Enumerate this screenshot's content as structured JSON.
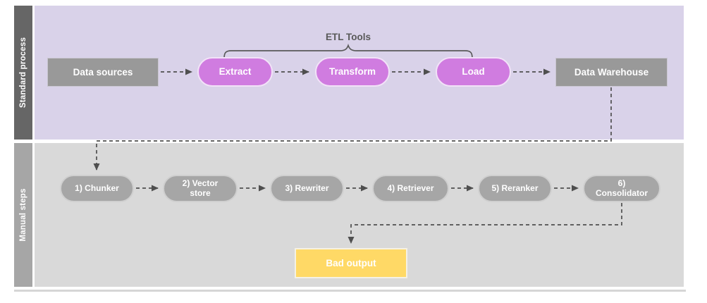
{
  "lanes": [
    {
      "label": "Standard process",
      "label_bg": "#666666",
      "bg": "#d9d2e9",
      "nodes": [
        {
          "id": "data-sources",
          "label": "Data sources",
          "shape": "rect",
          "fill": "#999999"
        },
        {
          "id": "extract",
          "label": "Extract",
          "shape": "pill",
          "fill": "#d07ce0"
        },
        {
          "id": "transform",
          "label": "Transform",
          "shape": "pill",
          "fill": "#d07ce0"
        },
        {
          "id": "load",
          "label": "Load",
          "shape": "pill",
          "fill": "#d07ce0"
        },
        {
          "id": "data-warehouse",
          "label": "Data Warehouse",
          "shape": "rect",
          "fill": "#999999"
        }
      ],
      "annotation": {
        "label": "ETL Tools",
        "brackets": [
          "Extract",
          "Transform",
          "Load"
        ]
      }
    },
    {
      "label": "Manual steps",
      "label_bg": "#a6a6a6",
      "bg": "#d9d9d9",
      "nodes": [
        {
          "id": "chunker",
          "label": "1) Chunker",
          "shape": "pill",
          "fill": "#a6a6a6"
        },
        {
          "id": "vector-store",
          "label": "2) Vector store",
          "shape": "pill",
          "fill": "#a6a6a6"
        },
        {
          "id": "rewriter",
          "label": "3) Rewriter",
          "shape": "pill",
          "fill": "#a6a6a6"
        },
        {
          "id": "retriever",
          "label": "4) Retriever",
          "shape": "pill",
          "fill": "#a6a6a6"
        },
        {
          "id": "reranker",
          "label": "5) Reranker",
          "shape": "pill",
          "fill": "#a6a6a6"
        },
        {
          "id": "consolidator",
          "label": "6) Consolidator",
          "shape": "pill",
          "fill": "#a6a6a6"
        },
        {
          "id": "bad-output",
          "label": "Bad output",
          "shape": "rect",
          "fill": "#ffd966"
        }
      ]
    }
  ],
  "connections": [
    {
      "from": "Data sources",
      "to": "Extract",
      "style": "dashed-arrow"
    },
    {
      "from": "Extract",
      "to": "Transform",
      "style": "dashed-arrow"
    },
    {
      "from": "Transform",
      "to": "Load",
      "style": "dashed-arrow"
    },
    {
      "from": "Load",
      "to": "Data Warehouse",
      "style": "dashed-arrow"
    },
    {
      "from": "Data Warehouse",
      "to": "1) Chunker",
      "style": "dashed-arrow"
    },
    {
      "from": "1) Chunker",
      "to": "2) Vector store",
      "style": "dashed-arrow"
    },
    {
      "from": "2) Vector store",
      "to": "3) Rewriter",
      "style": "dashed-arrow"
    },
    {
      "from": "3) Rewriter",
      "to": "4) Retriever",
      "style": "dashed-arrow"
    },
    {
      "from": "4) Retriever",
      "to": "5) Reranker",
      "style": "dashed-arrow"
    },
    {
      "from": "5) Reranker",
      "to": "6) Consolidator",
      "style": "dashed-arrow"
    },
    {
      "from": "6) Consolidator",
      "to": "Bad output",
      "style": "dashed-arrow"
    }
  ],
  "colors": {
    "lane1_bg": "#d9d2e9",
    "lane2_bg": "#d9d9d9",
    "lane1_bar": "#666666",
    "lane2_bar": "#a6a6a6",
    "pink_pill": "#d07ce0",
    "gray_box": "#999999",
    "gray_pill": "#a6a6a6",
    "yellow_box": "#ffd966",
    "connector": "#4f4f4f",
    "annotation_text": "#595959"
  }
}
